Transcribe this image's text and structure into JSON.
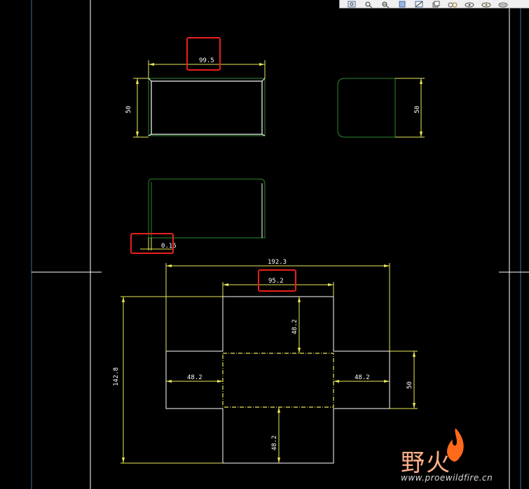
{
  "toolbar": {
    "buttons": [
      "zoom-fit",
      "zoom-in",
      "zoom-out",
      "repaint",
      "view-orient",
      "layers",
      "display-style-1",
      "display-style-2",
      "display-style-3",
      "display-style-4"
    ]
  },
  "drawing": {
    "colors": {
      "dimension": "#e8e85a",
      "geometry": "#ffffff",
      "model": "#2a8a2a",
      "frame": "#4a6aa0",
      "highlight": "#e8201c"
    },
    "dimensions": {
      "top_view_width": "99.5",
      "top_view_height": "50",
      "side_view_height": "50",
      "thickness": "0.15",
      "flat_overall_width": "192.3",
      "flat_center_width": "95.2",
      "flat_overall_height": "142.8",
      "flat_top_flap": "48.2",
      "flat_left_flap": "48.2",
      "flat_right_flap": "48.2",
      "flat_bottom_flap": "48.2",
      "flat_right_height": "50"
    }
  },
  "watermark": {
    "text_cn": "野火",
    "url": "www.proewildfire.cn"
  }
}
